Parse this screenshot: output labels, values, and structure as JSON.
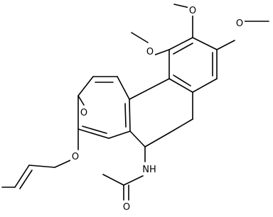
{
  "molecule": {
    "atom_labels": {
      "o_methoxy_top": "O",
      "o_methoxy_right": "O",
      "o_methoxy_left": "O",
      "o_ketone": "O",
      "o_ether": "O",
      "nh": "NH",
      "o_amide": "O"
    },
    "bond_color": "#000000",
    "background": "#ffffff"
  }
}
